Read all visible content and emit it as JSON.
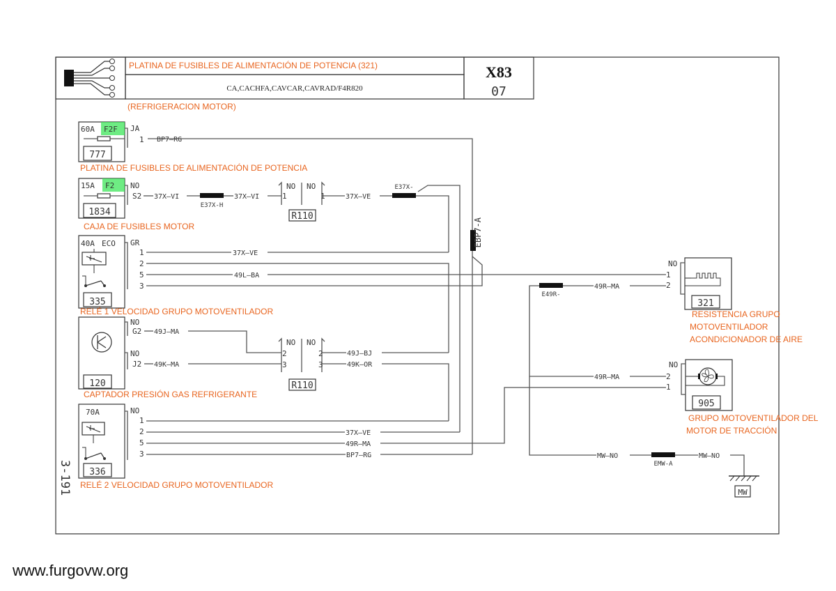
{
  "header": {
    "title": "PLATINA DE FUSIBLES DE ALIMENTACIÓN DE POTENCIA (321)",
    "versions": "CA,CACHFA,CAVCAR,CAVRAD/F4R820",
    "code": "X83",
    "sheet": "07",
    "subtitle": "(REFRIGERACION MOTOR)"
  },
  "page_ref": "3-191",
  "watermark": "www.furgovw.org",
  "components": {
    "c777": {
      "rating": "60A",
      "fuse": "F2F",
      "id": "777",
      "label": "PLATINA DE FUSIBLES DE ALIMENTACIÓN DE POTENCIA",
      "pin_top": "JA",
      "pin_1": "1"
    },
    "c1834": {
      "rating": "15A",
      "fuse": "F2",
      "id": "1834",
      "label": "CAJA DE FUSIBLES MOTOR",
      "pin_top": "NO",
      "pin_s2": "S2"
    },
    "c335": {
      "rating": "40A",
      "type": "ECO",
      "id": "335",
      "label": "RELÉ 1 VELOCIDAD GRUPO MOTOVENTILADOR",
      "pin_top": "GR",
      "pins": [
        "1",
        "2",
        "5",
        "3"
      ]
    },
    "c120": {
      "id": "120",
      "label": "CAPTADOR PRESIÓN GAS REFRIGERANTE",
      "pin_top1": "NO",
      "pin_g2": "G2",
      "pin_top2": "NO",
      "pin_j2": "J2"
    },
    "c336": {
      "rating": "70A",
      "id": "336",
      "label": "RELÉ 2 VELOCIDAD GRUPO MOTOVENTILADOR",
      "pin_top": "NO",
      "pins": [
        "1",
        "2",
        "5",
        "3"
      ]
    },
    "c321": {
      "id": "321",
      "label_1": "RESISTENCIA GRUPO",
      "label_2": "MOTOVENTILADOR",
      "label_3": "ACONDICIONADOR DE AIRE",
      "pin_top": "NO",
      "pins": [
        "1",
        "2"
      ]
    },
    "c905": {
      "id": "905",
      "label_1": "GRUPO MOTOVENTILADOR DEL",
      "label_2": "MOTOR DE TRACCIÓN",
      "pin_top": "NO",
      "pins": [
        "2",
        "1"
      ]
    },
    "r110a": {
      "id": "R110",
      "no_l": "NO",
      "no_r": "NO",
      "pin_l": "1",
      "pin_r": "1"
    },
    "r110b": {
      "id": "R110",
      "no_l": "NO",
      "no_r": "NO",
      "pins_l": [
        "2",
        "3"
      ],
      "pins_r": [
        "2",
        "3"
      ]
    },
    "mw": {
      "id": "MW"
    }
  },
  "wires": {
    "bp7rg": "BP7—RG",
    "w37xvi_1": "37X—VI",
    "w37xvi_2": "37X—VI",
    "w37xve_1": "37X—VE",
    "w37xve_2": "37X—VE",
    "w37xve_3": "37X—VE",
    "w49lba": "49L—BA",
    "w49rma_1": "49R—MA",
    "w49rma_2": "49R—MA",
    "w49rma_3": "49R—MA",
    "w49jma": "49J—MA",
    "w49kma": "49K—MA",
    "w49jbj": "49J—BJ",
    "w49kor": "49K—OR",
    "bp7rg_2": "BP7—RG",
    "mwno_1": "MW—NO",
    "mwno_2": "MW—NO"
  },
  "connectors": {
    "e37xh": "E37X-H",
    "e37x": "E37X-",
    "ebp7a": "EBP7-A",
    "e49r": "E49R-",
    "emwa": "EMW-A"
  }
}
